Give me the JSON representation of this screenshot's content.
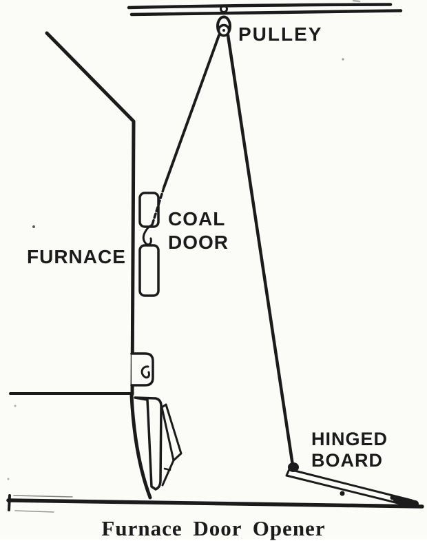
{
  "theme": {
    "paper": "#fbfbf8",
    "ink": "#1b1b1b"
  },
  "figure": {
    "labels": {
      "pulley": "PULLEY",
      "coal_door": [
        "COAL",
        "DOOR"
      ],
      "furnace": "FURNACE",
      "hinged_board": [
        "HINGED",
        "BOARD"
      ]
    },
    "caption": "Furnace Door Opener"
  }
}
